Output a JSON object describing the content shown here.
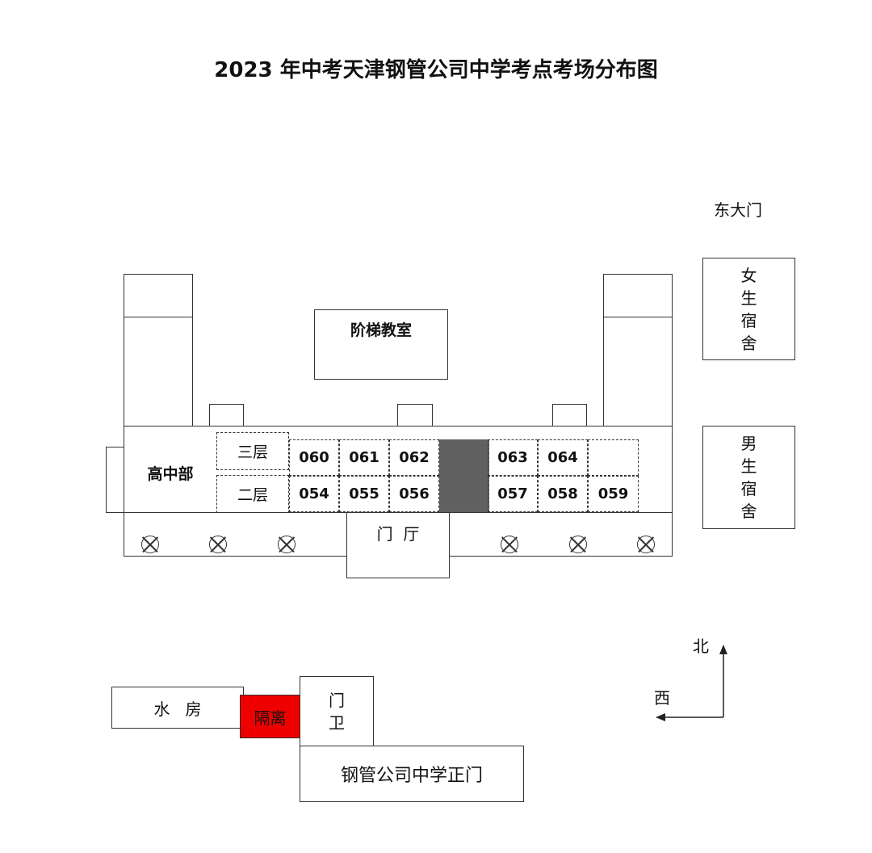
{
  "title": "2023 年中考天津钢管公司中学考点考场分布图",
  "east_gate": "东大门",
  "girls_dorm": [
    "女",
    "生",
    "宿",
    "舍"
  ],
  "boys_dorm": [
    "男",
    "生",
    "宿",
    "舍"
  ],
  "lecture_hall": "阶梯教室",
  "high_school": "高中部",
  "floor3": "三层",
  "floor2": "二层",
  "rooms_floor3": [
    "060",
    "061",
    "062",
    "063",
    "064",
    ""
  ],
  "rooms_floor2": [
    "054",
    "055",
    "056",
    "057",
    "058",
    "059"
  ],
  "lobby": "门  厅",
  "water_room": "水   房",
  "isolation": "隔离",
  "guard": [
    "门",
    "卫"
  ],
  "main_gate": "钢管公司中学正门",
  "compass": {
    "north": "北",
    "west": "西"
  },
  "colors": {
    "isolation": "#ee0000",
    "stairwell": "#606060"
  }
}
